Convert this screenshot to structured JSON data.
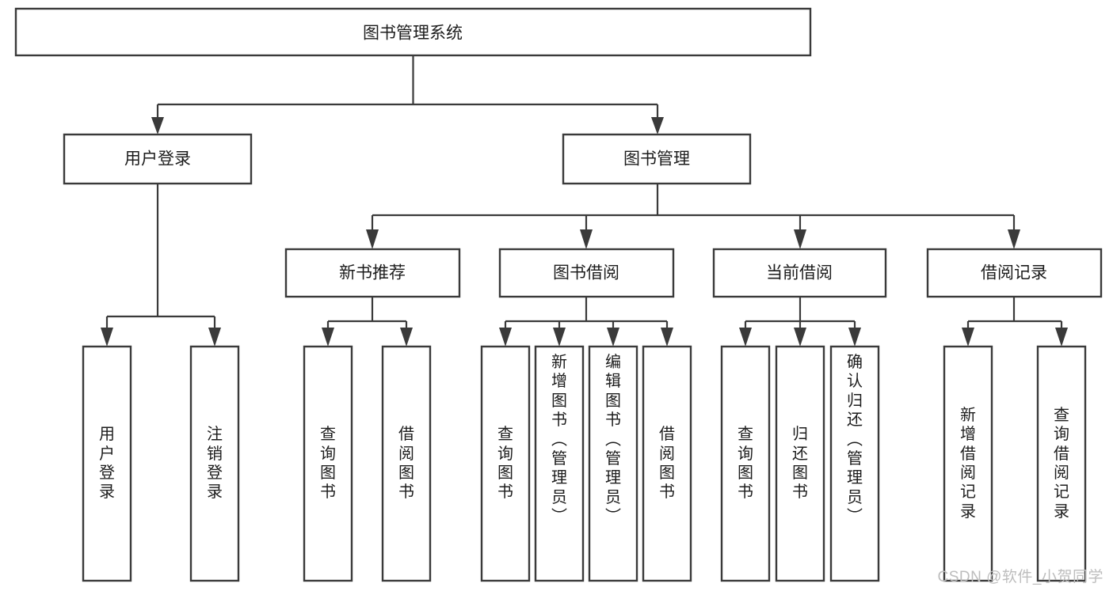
{
  "diagram": {
    "type": "tree",
    "title": "图书管理系统",
    "watermark": "CSDN @软件_小贺同学",
    "colors": {
      "box_stroke": "#3a3a3a",
      "box_fill": "#ffffff",
      "text": "#1c1c1c",
      "connector": "#3a3a3a",
      "background": "#ffffff",
      "watermark": "#bdbdbd"
    },
    "levels": {
      "root": {
        "label": "图书管理系统"
      },
      "level2": [
        {
          "label": "用户登录"
        },
        {
          "label": "图书管理"
        }
      ],
      "level3": [
        {
          "label": "新书推荐"
        },
        {
          "label": "图书借阅"
        },
        {
          "label": "当前借阅"
        },
        {
          "label": "借阅记录"
        }
      ],
      "leaves": [
        {
          "label": "用户登录",
          "parent": "用户登录"
        },
        {
          "label": "注销登录",
          "parent": "用户登录"
        },
        {
          "label": "查询图书",
          "parent": "新书推荐"
        },
        {
          "label": "借阅图书",
          "parent": "新书推荐"
        },
        {
          "label": "查询图书",
          "parent": "图书借阅"
        },
        {
          "label": "新增图书（管理员）",
          "parent": "图书借阅"
        },
        {
          "label": "编辑图书（管理员）",
          "parent": "图书借阅"
        },
        {
          "label": "借阅图书",
          "parent": "图书借阅"
        },
        {
          "label": "查询图书",
          "parent": "当前借阅"
        },
        {
          "label": "归还图书",
          "parent": "当前借阅"
        },
        {
          "label": "确认归还（管理员）",
          "parent": "当前借阅"
        },
        {
          "label": "新增借阅记录",
          "parent": "借阅记录"
        },
        {
          "label": "查询借阅记录",
          "parent": "借阅记录"
        }
      ]
    }
  }
}
